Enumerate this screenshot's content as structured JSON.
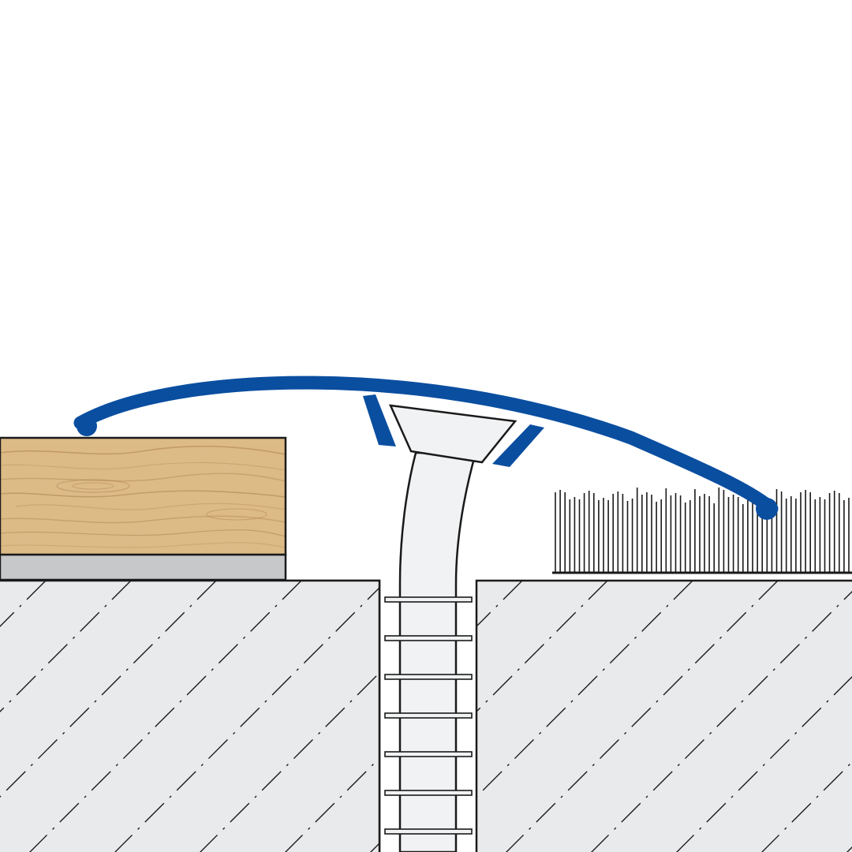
{
  "diagram": {
    "kind": "cross-section",
    "components": [
      "subfloor-left",
      "subfloor-right",
      "wood-floor-board",
      "underlay-layer",
      "carpet-pile",
      "transition-profile",
      "screw",
      "dowel"
    ],
    "colors": {
      "profile": "#0a4ea0",
      "outline": "#1a1a1a",
      "concrete": "#e9eaeb",
      "underlay": "#c6c8ca",
      "wood_base": "#dcbb87",
      "wood_grain": "#b88e55",
      "screw_fill": "#f1f2f3",
      "background": "#ffffff"
    },
    "carpet_fibers": 62,
    "dowel_ribs": 7
  }
}
